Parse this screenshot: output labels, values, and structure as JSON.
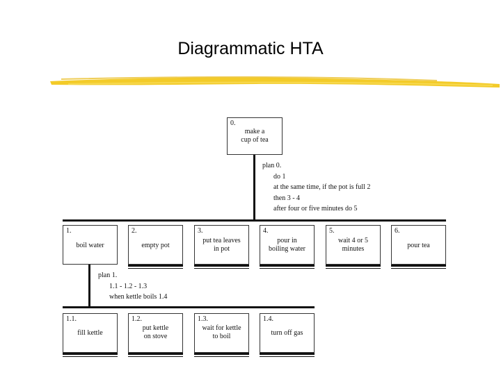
{
  "title": "Diagrammatic HTA",
  "root": {
    "number": "0.",
    "label": "make a\ncup of tea"
  },
  "plan0": {
    "heading": "plan 0.",
    "lines": [
      "do 1",
      "at the same time, if the pot is full 2",
      "then 3 - 4",
      "after four or five minutes do 5"
    ]
  },
  "tasks": [
    {
      "number": "1.",
      "label": "boil water"
    },
    {
      "number": "2.",
      "label": "empty pot"
    },
    {
      "number": "3.",
      "label": "put tea leaves\nin pot"
    },
    {
      "number": "4.",
      "label": "pour in\nboiling water"
    },
    {
      "number": "5.",
      "label": "wait 4 or 5\nminutes"
    },
    {
      "number": "6.",
      "label": "pour tea"
    }
  ],
  "plan1": {
    "heading": "plan 1.",
    "lines": [
      "1.1 - 1.2 - 1.3",
      "when kettle boils  1.4"
    ]
  },
  "subtasks": [
    {
      "number": "1.1.",
      "label": "fill kettle"
    },
    {
      "number": "1.2.",
      "label": "put kettle\non stove"
    },
    {
      "number": "1.3.",
      "label": "wait for kettle\nto boil"
    },
    {
      "number": "1.4.",
      "label": "turn off gas"
    }
  ],
  "colors": {
    "highlighter": "#f2c81e",
    "lines": "#111111"
  }
}
